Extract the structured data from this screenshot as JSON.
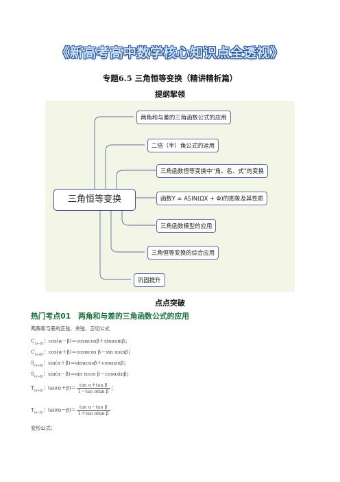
{
  "banner": "《新高考高中数学核心知识点全透视》",
  "subtitle": "专题6.5 三角恒等变换（精讲精析篇）",
  "outline_heading": "提纲挈领",
  "mindmap": {
    "root": "三角恒等变换",
    "branches": [
      "两角和与差的三角函数公式的应用",
      "二倍（半）角公式的运用",
      "三角函数恒等变换中“角、名、式”的变换",
      "函数Y = ASIN(ΩX + Φ)的图象及其性质",
      "三角函数模型的应用",
      "三角恒等变换的综合应用",
      "巩固提升"
    ]
  },
  "points_heading": "点点突破",
  "hot": {
    "title": "热门考点01　两角和与差的三角函数公式的应用",
    "intro": "两角和与差的正弦、余弦、正切公式",
    "formulas": [
      {
        "label": "C",
        "sub": "(α−β)",
        "text": "：cos(α－β)＝cosαcosβ＋sinαsinβ；"
      },
      {
        "label": "C",
        "sub": "(α+β)",
        "text": "：cos(α＋β)＝cosαcos β－sin αsinβ；"
      },
      {
        "label": "S",
        "sub": "(α+β)",
        "text": "：sin(α＋β)＝sinαcosβ＋cosαsinβ；"
      },
      {
        "label": "S",
        "sub": "(α−β)",
        "text": "：sin(α－β)＝sin αcos β－cosαsinβ；"
      }
    ],
    "tan_plus": {
      "label": "T",
      "sub": "(α+β)",
      "lhs": "：tan(α＋β)＝",
      "num": "tan α＋tan β",
      "den": "1－tan αtan β",
      "tail": "；"
    },
    "tan_minus": {
      "label": "T",
      "sub": "(α−β)",
      "lhs": "：tan(α－β)＝",
      "num": "tan α－tan β",
      "den": "1＋tan αtan β",
      "tail": ""
    },
    "deform": "变形公式："
  }
}
